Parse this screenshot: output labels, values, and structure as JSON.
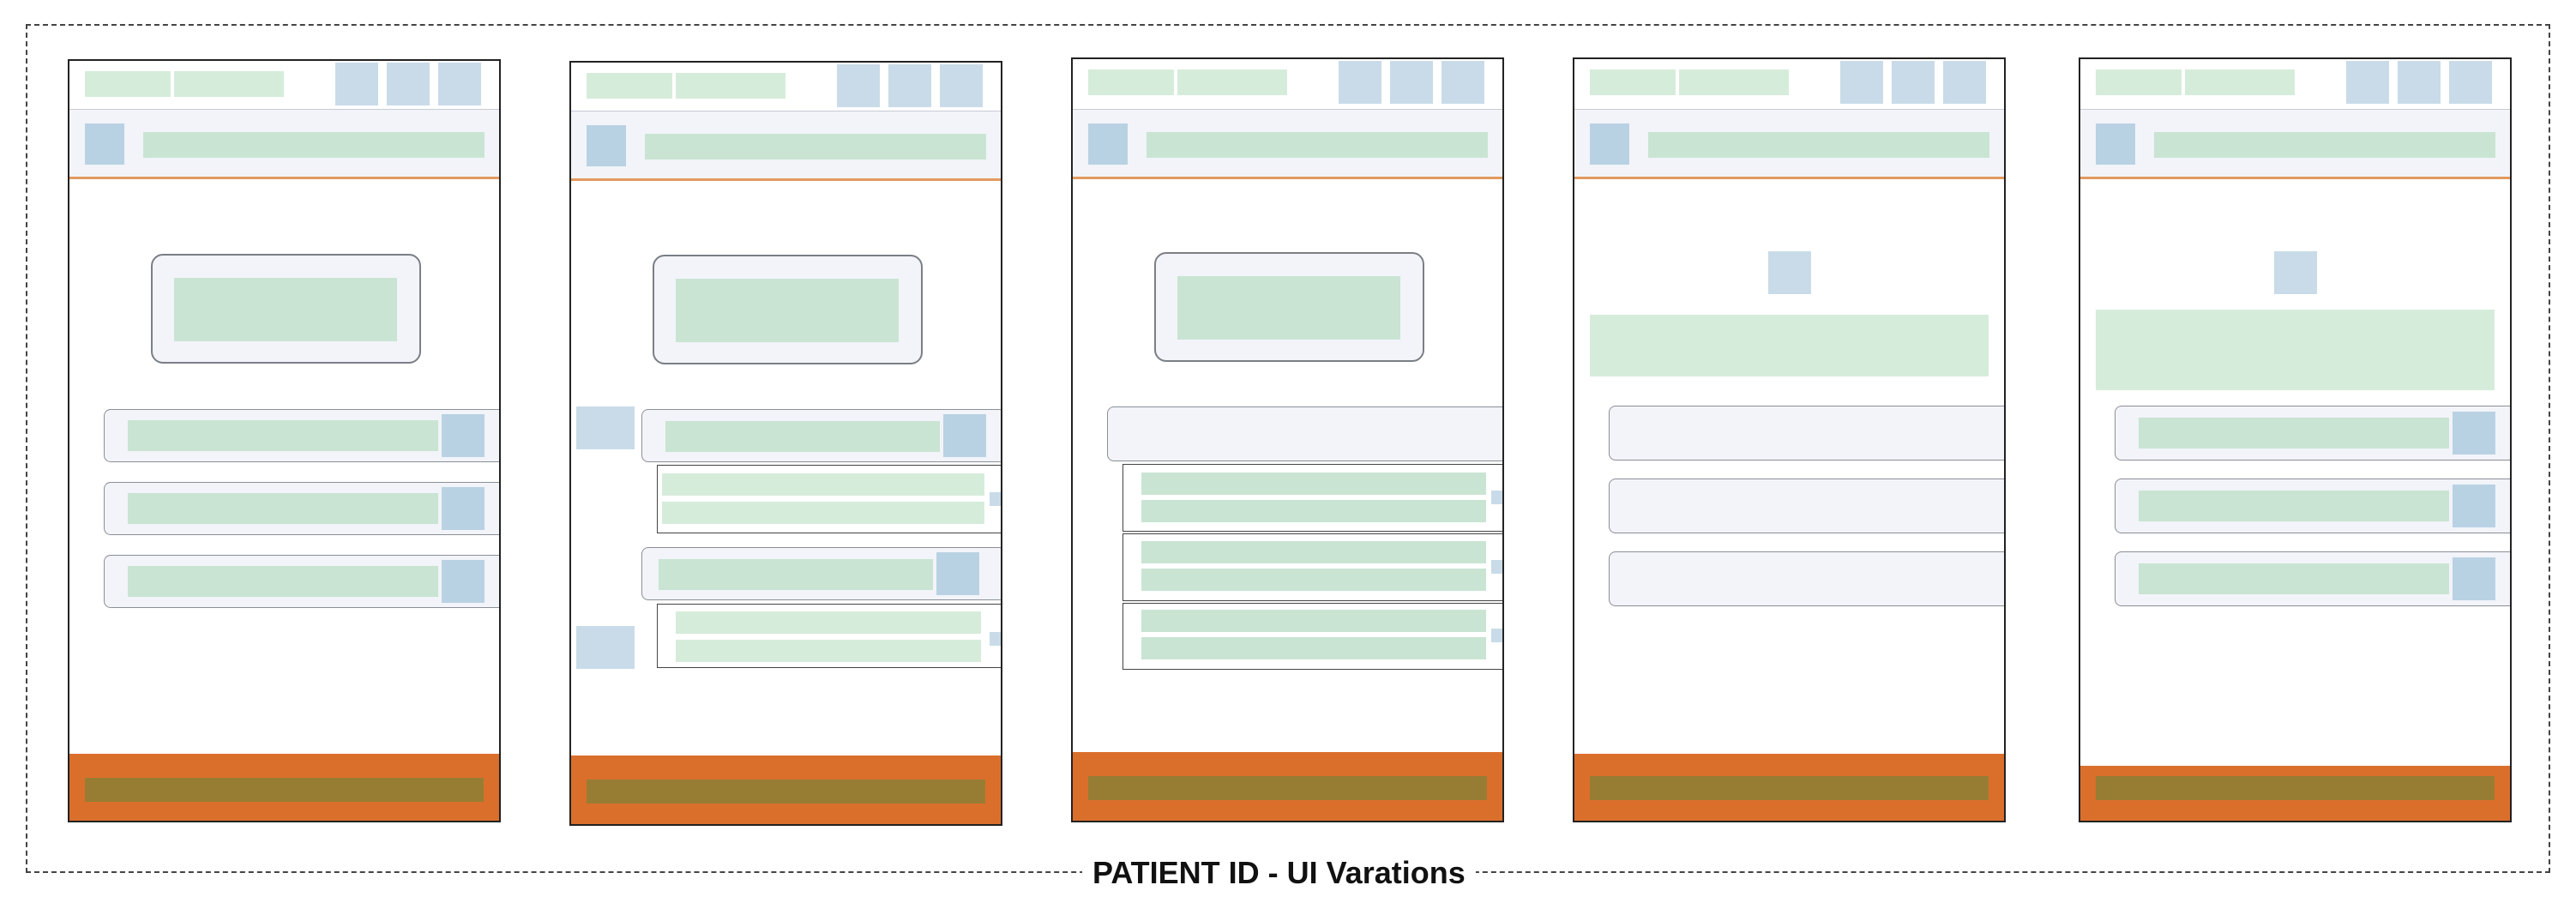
{
  "caption": "PATIENT ID - UI Varations",
  "colors": {
    "placeholder_green": "#c9e4d3",
    "placeholder_blue": "#b9d2e3",
    "header_background": "#f2f4f9",
    "header_rule": "#e29a5f",
    "footer_orange": "#da6f2c",
    "footer_bar": "#977d33",
    "frame_border": "#444444"
  },
  "variations": [
    {
      "layout": "id-card-with-three-fields"
    },
    {
      "layout": "id-card-with-two-expanded-groups"
    },
    {
      "layout": "id-card-with-one-expanded-group"
    },
    {
      "layout": "icon-banner-with-three-empty-fields"
    },
    {
      "layout": "icon-banner-with-three-fields"
    }
  ]
}
